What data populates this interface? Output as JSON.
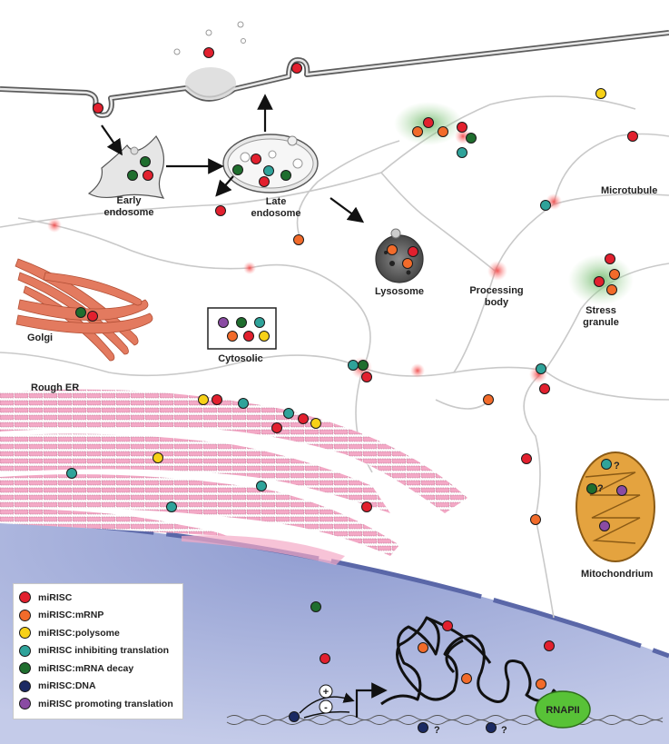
{
  "labels": {
    "early_endosome": [
      "Early",
      "endosome"
    ],
    "late_endosome": [
      "Late",
      "endosome"
    ],
    "lysosome": "Lysosome",
    "processing_body": [
      "Processing",
      "body"
    ],
    "microtubule": "Microtubule",
    "stress_granule": [
      "Stress",
      "granule"
    ],
    "golgi": "Golgi",
    "cytosolic": "Cytosolic",
    "rough_er": "Rough ER",
    "mitochondrium": "Mitochondrium",
    "rnapii": "RNAPII",
    "plus": "+",
    "minus": "-",
    "question": "?"
  },
  "colors": {
    "mirisc": "#e2202e",
    "mirisc_mrnp": "#f26b2a",
    "mirisc_polysome": "#f7d117",
    "mirisc_inhibiting": "#2fa39a",
    "mirisc_decay": "#1f6e2e",
    "mirisc_dna": "#1b2a63",
    "mirisc_promoting": "#8a4ba3",
    "nucleus": "#aeb7dc",
    "er": "#f3a9c6",
    "golgi": "#e37a5f",
    "mitochondrium": "#e4a33f",
    "rnapii": "#58c237"
  },
  "legend": [
    {
      "label": "miRISC",
      "color": "#e2202e"
    },
    {
      "label": "miRISC:mRNP",
      "color": "#f26b2a"
    },
    {
      "label": "miRISC:polysome",
      "color": "#f7d117"
    },
    {
      "label": "miRISC inhibiting translation",
      "color": "#2fa39a"
    },
    {
      "label": "miRISC:mRNA decay",
      "color": "#1f6e2e"
    },
    {
      "label": "miRISC:DNA",
      "color": "#1b2a63"
    },
    {
      "label": "miRISC promoting translation",
      "color": "#8a4ba3"
    }
  ]
}
